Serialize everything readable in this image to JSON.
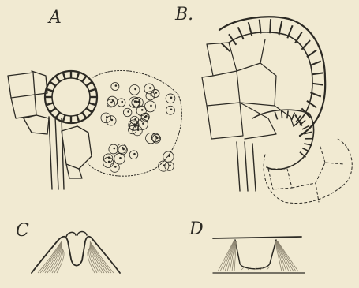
{
  "panels": [
    {
      "id": "A",
      "label": "A"
    },
    {
      "id": "B",
      "label": "B."
    },
    {
      "id": "C",
      "label": "C"
    },
    {
      "id": "D",
      "label": "D"
    }
  ],
  "colors": {
    "paper": "#f1ead2",
    "ink": "#2c2a24",
    "shade": "#8c8470"
  }
}
